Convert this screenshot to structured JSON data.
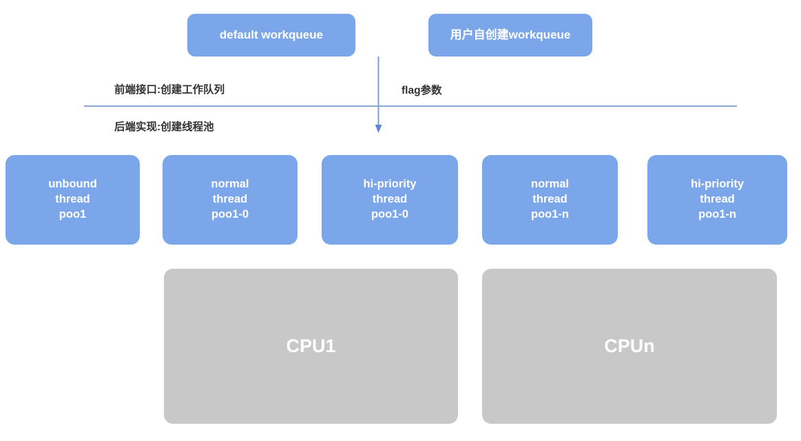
{
  "diagram": {
    "title": "workqueue thread pool architecture",
    "colors": {
      "box_blue": "#7BA7EA",
      "box_gray": "#C8C8C8",
      "divider": "#8BA7D0",
      "text_dark": "#333333",
      "text_light": "#FFFFFF"
    }
  },
  "workqueues": [
    {
      "label": "default workqueue"
    },
    {
      "label": "用户自创建workqueue"
    }
  ],
  "layer_labels": {
    "frontend": "前端接口:创建工作队列",
    "backend": "后端实现:创建线程池",
    "flag": "flag参数"
  },
  "thread_pools": [
    {
      "line1": "unbound",
      "line2": "thread",
      "line3": "poo1"
    },
    {
      "line1": "normal",
      "line2": "thread",
      "line3": "poo1-0"
    },
    {
      "line1": "hi-priority",
      "line2": "thread",
      "line3": "poo1-0"
    },
    {
      "line1": "normal",
      "line2": "thread",
      "line3": "poo1-n"
    },
    {
      "line1": "hi-priority",
      "line2": "thread",
      "line3": "poo1-n"
    }
  ],
  "cpus": [
    {
      "label": "CPU1"
    },
    {
      "label": "CPUn"
    }
  ]
}
